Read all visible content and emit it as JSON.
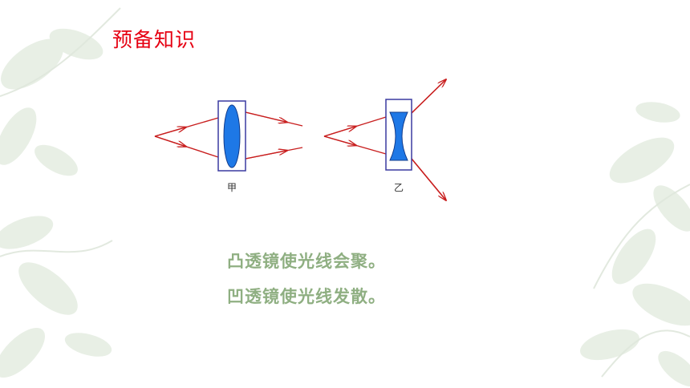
{
  "slide": {
    "title": "预备知识",
    "lenses": [
      {
        "label": "甲",
        "kind": "convex"
      },
      {
        "label": "乙",
        "kind": "concave"
      }
    ],
    "statements": [
      "凸透镜使光线会聚。",
      "凹透镜使光线发散。"
    ]
  },
  "colors": {
    "title": "#e60012",
    "statement": "#8faf82",
    "ray": "#c81e1e",
    "lens_fill": "#1e78e6",
    "lens_frame": "#3a3aa0",
    "leaf": "#e3ebe0"
  }
}
